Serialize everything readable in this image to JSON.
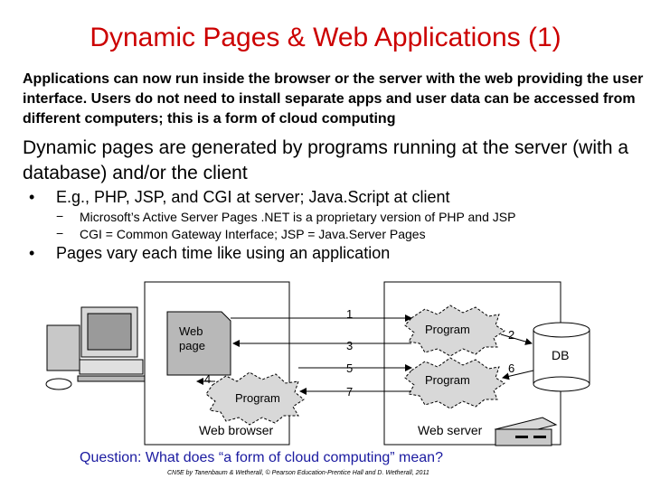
{
  "slide": {
    "title": "Dynamic Pages & Web Applications (1)",
    "intro": "Applications can now run inside the browser or the server with the web providing the user interface. Users do not need to install separate apps and user data can be accessed from different computers; this is a form of cloud computing",
    "main_point": "Dynamic pages are generated by programs running at the server (with a database) and/or the client",
    "bullets": [
      {
        "marker": "•",
        "text": "E.g., PHP, JSP, and CGI at server; Java.Script at client",
        "sub": [
          {
            "marker": "−",
            "text": "Microsoft’s Active Server Pages .NET is a proprietary version of PHP and JSP"
          },
          {
            "marker": "−",
            "text": "CGI = Common Gateway Interface; JSP = Java.Server Pages"
          }
        ]
      },
      {
        "marker": "•",
        "text": "Pages vary each time like using an application"
      }
    ],
    "question": "Question: What does “a form of cloud computing” mean?",
    "credit": "CN5E by Tanenbaum & Wetherall, © Pearson Education-Prentice Hall and D. Wetherall, 2011"
  },
  "diagram": {
    "browser_label": "Web browser",
    "server_label": "Web server",
    "web_page_label": "Web\npage",
    "web_page_line1": "Web",
    "web_page_line2": "page",
    "client_program_label": "Program",
    "server_program_top_label": "Program",
    "server_program_bottom_label": "Program",
    "db_label": "DB",
    "steps": [
      "1",
      "2",
      "3",
      "4",
      "5",
      "6",
      "7"
    ]
  }
}
